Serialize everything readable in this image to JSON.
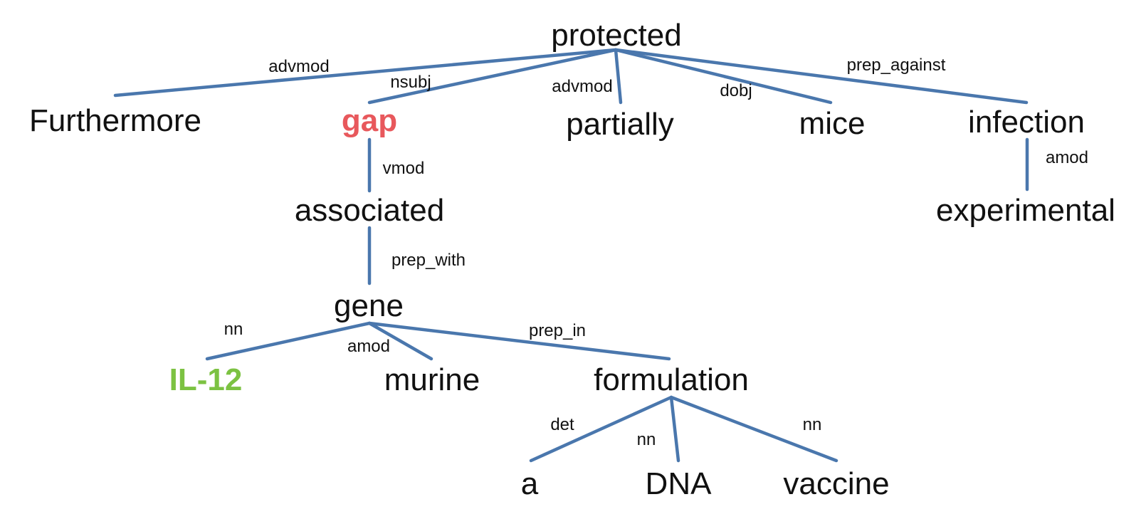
{
  "diagram": {
    "nodes": {
      "protected": "protected",
      "furthermore": "Furthermore",
      "gap": "gap",
      "partially": "partially",
      "mice": "mice",
      "infection": "infection",
      "associated": "associated",
      "experimental": "experimental",
      "gene": "gene",
      "il12": "IL-12",
      "murine": "murine",
      "formulation": "formulation",
      "a": "a",
      "dna": "DNA",
      "vaccine": "vaccine"
    },
    "edges": [
      {
        "from": "protected",
        "to": "furthermore",
        "label": "advmod"
      },
      {
        "from": "protected",
        "to": "gap",
        "label": "nsubj"
      },
      {
        "from": "protected",
        "to": "partially",
        "label": "advmod"
      },
      {
        "from": "protected",
        "to": "mice",
        "label": "dobj"
      },
      {
        "from": "protected",
        "to": "infection",
        "label": "prep_against"
      },
      {
        "from": "gap",
        "to": "associated",
        "label": "vmod"
      },
      {
        "from": "infection",
        "to": "experimental",
        "label": "amod"
      },
      {
        "from": "associated",
        "to": "gene",
        "label": "prep_with"
      },
      {
        "from": "gene",
        "to": "il12",
        "label": "nn"
      },
      {
        "from": "gene",
        "to": "murine",
        "label": "amod"
      },
      {
        "from": "gene",
        "to": "formulation",
        "label": "prep_in"
      },
      {
        "from": "formulation",
        "to": "a",
        "label": "det"
      },
      {
        "from": "formulation",
        "to": "dna",
        "label": "nn"
      },
      {
        "from": "formulation",
        "to": "vaccine",
        "label": "nn"
      }
    ],
    "colors": {
      "edge": "#4a77ad",
      "highlight_head": "#e8585c",
      "highlight_dependent": "#7cc242"
    }
  }
}
